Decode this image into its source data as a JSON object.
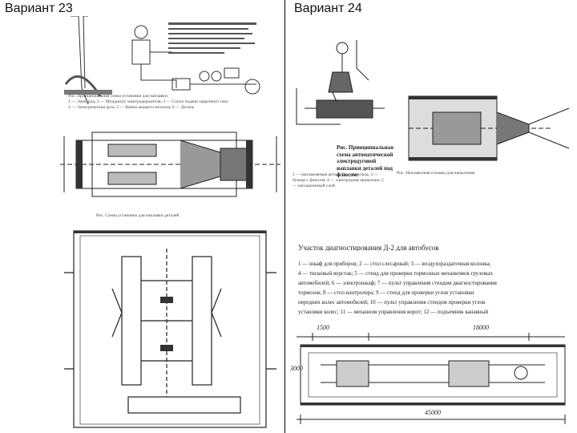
{
  "left": {
    "title": "Вариант 23",
    "fig_top_caption": "Рис. Принципиальная схема установки для наплавки.\n1 — Электрод; 2 — Мундштук электродержателя; 3 — Сопло подачи защитного газа;\n4 — Электрическая дуга; 5 — Ванна жидкого металла; 6 — Деталь",
    "fig_mid_caption": "Рис. Схема установки для наплавки деталей"
  },
  "right": {
    "title": "Вариант 24",
    "fig_bold_caption": "Рис. Принципиальная схема автоматической электродуговой наплавки деталей под флюсом:",
    "fig_bold_legend": "1 — наплавляемая деталь; 2 — электрод; 3 — бункер с флюсом; 4 — электродная проволока; 5 — наплавленный слой",
    "fig_side_caption": "Рис. Наплавочная головка для напыления",
    "plan_heading": "Участок диагностирования Д-2 для автобусов",
    "legend_lines": [
      "1 — шкаф для приборов; 2 — стол слесарный; 3 — воздухораздаточная колонка;",
      "4 — тисковый верстак; 5 — стенд для проверки тормозных механизмов грузовых",
      "автомобилей; 6 — электрошкаф; 7 — пульт управления стендом диагностирования",
      "тормозов; 8 — стол контролера; 9 — стенд для проверки углов установки",
      "передних колес автомобилей; 10 — пульт управления стендом проверки углов",
      "установки колес; 11 — механизм управления ворот; 12 — подъемник канавный"
    ],
    "dims": {
      "d1": "1500",
      "d2": "18000",
      "d3": "3000",
      "d4": "45000"
    }
  }
}
